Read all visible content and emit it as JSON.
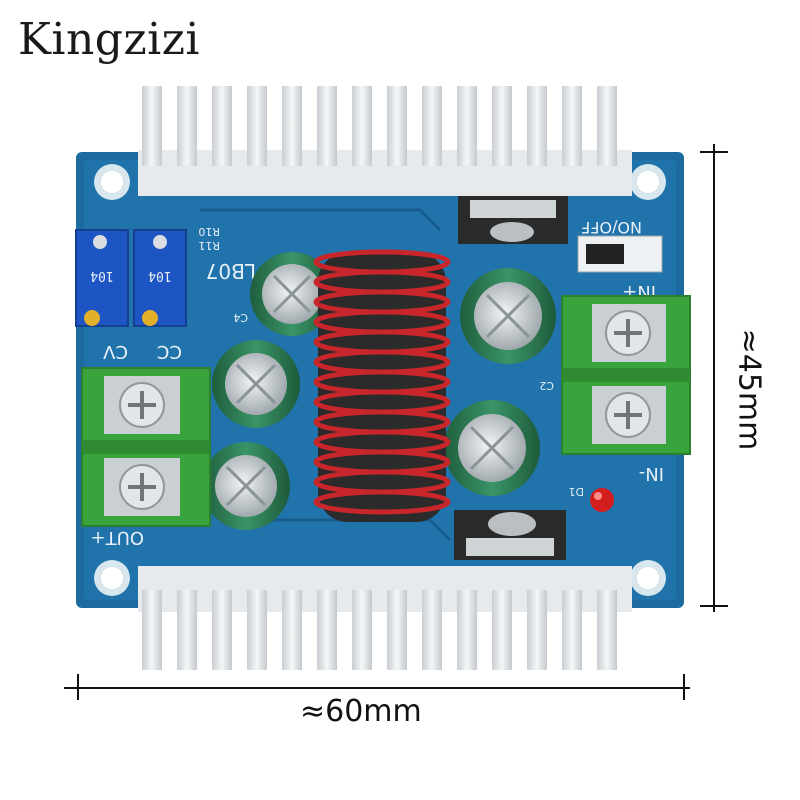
{
  "brand": {
    "text": "Kingzizi"
  },
  "board": {
    "silkscreen_model": "LB07",
    "silkscreen_r11": "R11",
    "silkscreen_r10": "R10",
    "label_onoff": "NO/OFF",
    "label_cv": "CV",
    "label_cc": "CC",
    "label_in_minus": "IN-",
    "label_in_plus": "IN+",
    "label_out_plus": "OUT+",
    "label_c2": "C2",
    "label_c4": "C4",
    "label_d1": "D1",
    "pot_code_1": "104",
    "pot_code_2": "104"
  },
  "dimensions": {
    "width_label": "≈60mm",
    "height_label": "≈45mm"
  },
  "colors": {
    "pcb": "#1d6fa5",
    "heatsink": "#e3e7ea",
    "terminal": "#3aa43c",
    "inductor_wire": "#c8262a",
    "capacitor": "#2f7f55",
    "led": "#d41e1e"
  }
}
